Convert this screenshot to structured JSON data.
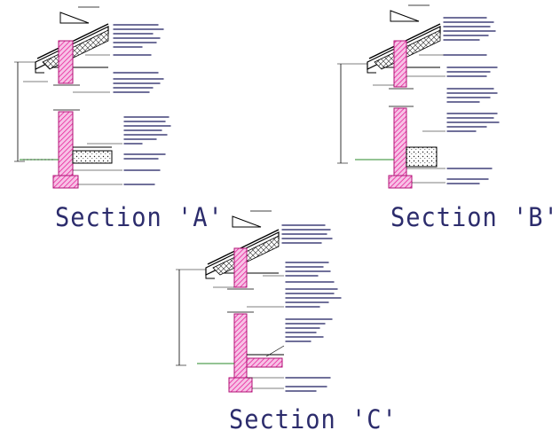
{
  "sections": [
    {
      "id": "a",
      "title": "Section 'A'"
    },
    {
      "id": "b",
      "title": "Section 'B'"
    },
    {
      "id": "c",
      "title": "Section 'C'"
    }
  ],
  "colors": {
    "wall_hatch": "#e8229a",
    "wall_fill": "#f7c2e6",
    "line": "#000000",
    "note_text": "#1a1a5e",
    "grade": "#2a8a2a",
    "title": "#2c2c6c"
  },
  "icons": [
    "roof-pitch-triangle-icon",
    "leader-arrow-icon"
  ]
}
